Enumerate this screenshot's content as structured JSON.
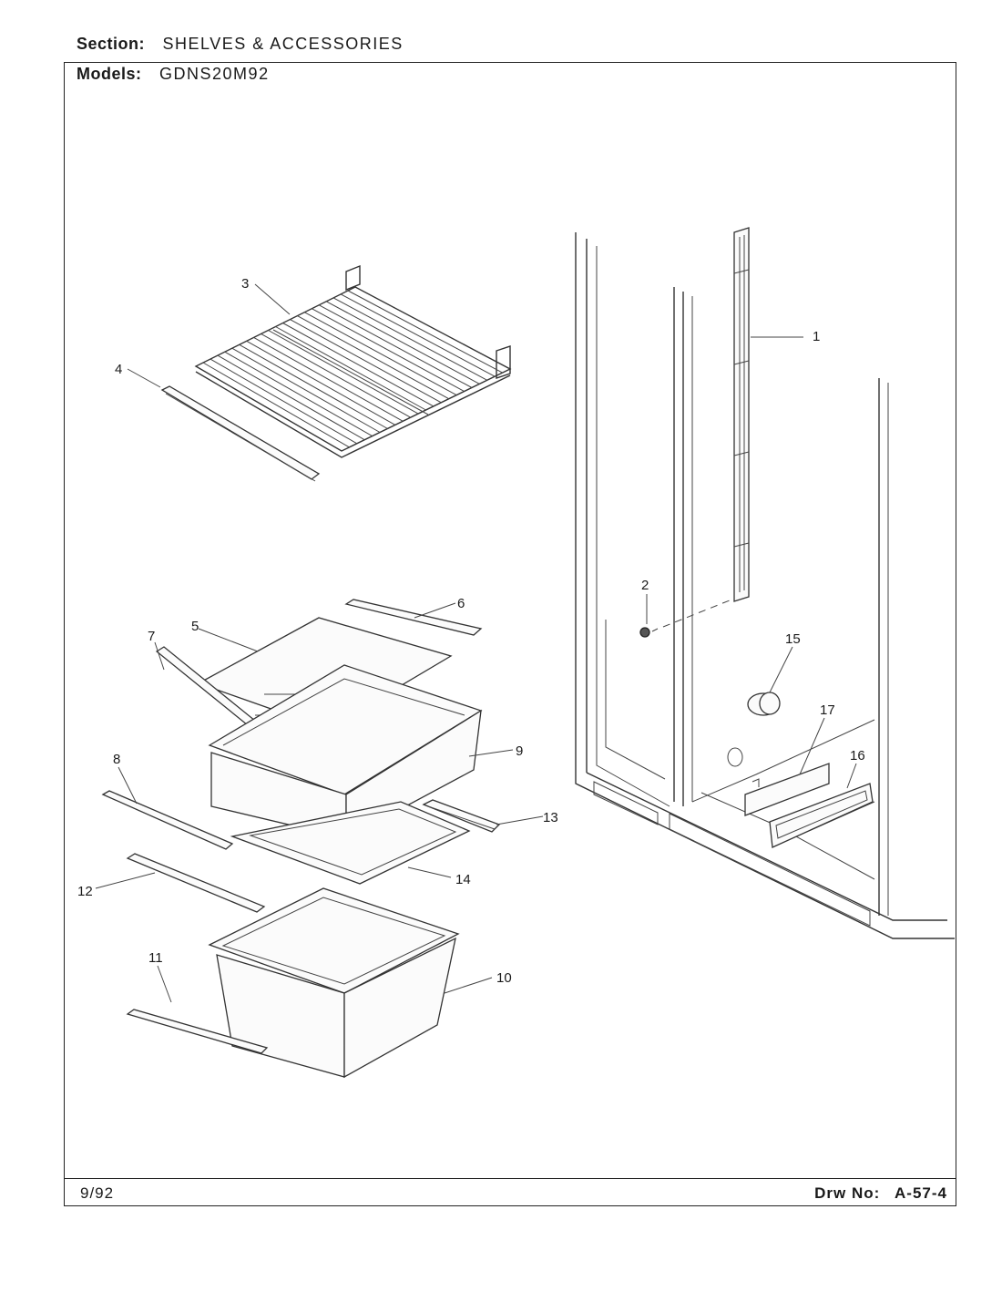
{
  "header": {
    "section_label": "Section:",
    "section_value": "SHELVES & ACCESSORIES",
    "models_label": "Models:",
    "models_value": "GDNS20M92"
  },
  "footer": {
    "date": "9/92",
    "drawing_label": "Drw No:",
    "drawing_number": "A-57-4"
  },
  "callouts": {
    "c1": "1",
    "c2": "2",
    "c3": "3",
    "c4": "4",
    "c5": "5",
    "c6": "6",
    "c7": "7",
    "c8": "8",
    "c9": "9",
    "c10": "10",
    "c11": "11",
    "c12": "12",
    "c13": "13",
    "c14": "14",
    "c15": "15",
    "c16": "16",
    "c17": "17"
  }
}
